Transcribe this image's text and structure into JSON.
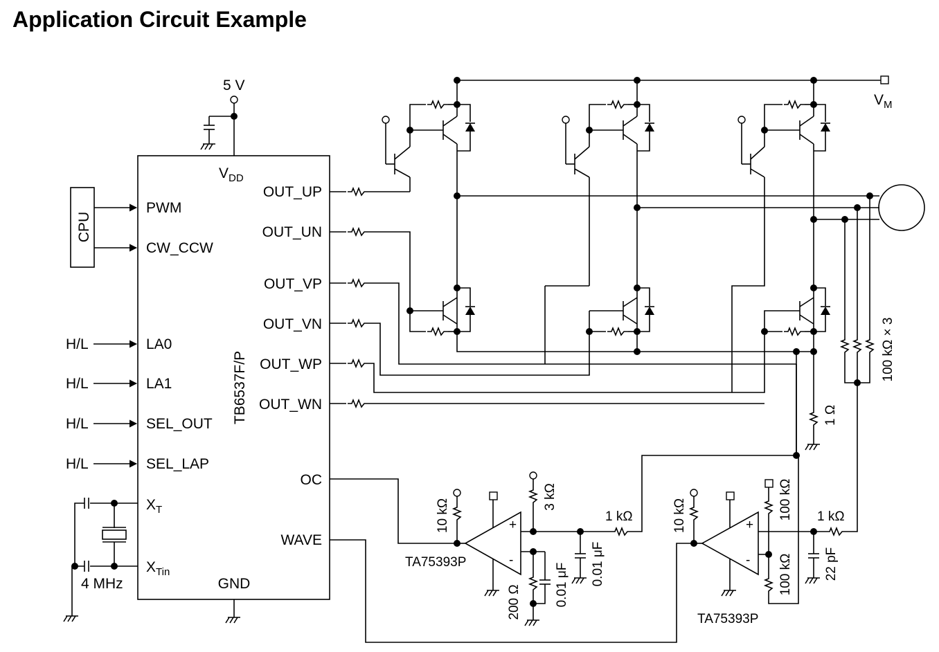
{
  "title": "Application Circuit Example",
  "chip": {
    "name": "TB6537F/P",
    "vdd": "V",
    "vdd_sub": "DD",
    "gnd": "GND",
    "left_pins": [
      "PWM",
      "CW_CCW",
      "LA0",
      "LA1",
      "SEL_OUT",
      "SEL_LAP"
    ],
    "xt": "X",
    "xt_sub": "T",
    "xtin": "X",
    "xtin_sub": "Tin",
    "right_pins": [
      "OUT_UP",
      "OUT_UN",
      "OUT_VP",
      "OUT_VN",
      "OUT_WP",
      "OUT_WN",
      "OC",
      "WAVE"
    ]
  },
  "cpu": "CPU",
  "hl_label": "H/L",
  "supply_5v": "5 V",
  "vm": "V",
  "vm_sub": "M",
  "crystal": "4 MHz",
  "opamp": "TA75393P",
  "labels": {
    "r_10k": "10 kΩ",
    "r_3k": "3 kΩ",
    "r_1k": "1 kΩ",
    "r_200": "200 Ω",
    "c_001": "0.01 μF",
    "r_100k": "100 kΩ",
    "c_22p": "22 pF",
    "r_1ohm": "1 Ω",
    "r_100k_x3": "100 kΩ × 3"
  }
}
